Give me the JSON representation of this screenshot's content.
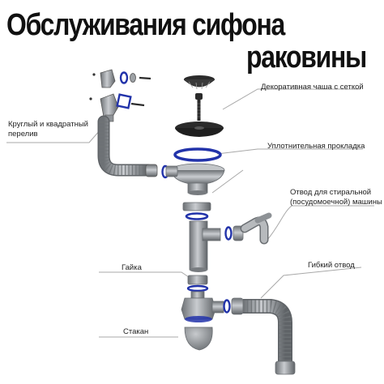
{
  "title": {
    "line1": "Обслуживания сифона",
    "line2": "раковины"
  },
  "labels": {
    "decorative_bowl": "Декоративная чаша с сеткой",
    "overflow_line1": "Круглый и квадратный",
    "overflow_line2": "перелив",
    "gasket": "Уплотнительная прокладка",
    "outlet_line1": "Отвод для стиральной",
    "outlet_line2": "(посудомоечной) машины",
    "nut": "Гайка",
    "flexible_outlet": "Гибкий отвод",
    "cup": "Стакан"
  },
  "colors": {
    "plastic": "#8e9296",
    "plastic_light": "#c3c6c9",
    "plastic_dark": "#5e6266",
    "gasket_blue": "#2233aa",
    "metal": "#2b2b2b",
    "leader_line": "#a8a8a8"
  }
}
